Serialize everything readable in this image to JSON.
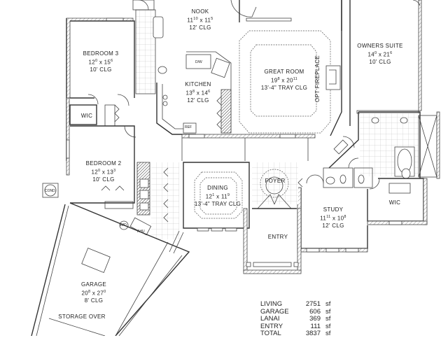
{
  "plan": {
    "rooms": [
      {
        "id": "nook",
        "name": "NOOK",
        "dim_w": "11",
        "dim_w_in": "10",
        "dim_l": "11",
        "dim_l_in": "5",
        "ceiling": "12' CLG"
      },
      {
        "id": "bedroom3",
        "name": "BEDROOM 3",
        "dim_w": "12",
        "dim_w_in": "0",
        "dim_l": "15",
        "dim_l_in": "6",
        "ceiling": "10' CLG"
      },
      {
        "id": "kitchen",
        "name": "KITCHEN",
        "dim_w": "13",
        "dim_w_in": "8",
        "dim_l": "14",
        "dim_l_in": "6",
        "ceiling": "12' CLG"
      },
      {
        "id": "great_room",
        "name": "GREAT ROOM",
        "dim_w": "19",
        "dim_w_in": "8",
        "dim_l": "20",
        "dim_l_in": "11",
        "ceiling": "13'-4\" TRAY CLG"
      },
      {
        "id": "owners_suite",
        "name": "OWNERS SUITE",
        "dim_w": "14",
        "dim_w_in": "0",
        "dim_l": "21",
        "dim_l_in": "6",
        "ceiling": "10' CLG"
      },
      {
        "id": "bedroom2",
        "name": "BEDROOM 2",
        "dim_w": "12",
        "dim_w_in": "0",
        "dim_l": "13",
        "dim_l_in": "3",
        "ceiling": "10' CLG"
      },
      {
        "id": "dining",
        "name": "DINING",
        "dim_w": "12",
        "dim_w_in": "1",
        "dim_l": "11",
        "dim_l_in": "9",
        "ceiling": "13'-4\" TRAY CLG"
      },
      {
        "id": "study",
        "name": "STUDY",
        "dim_w": "11",
        "dim_w_in": "11",
        "dim_l": "10",
        "dim_l_in": "8",
        "ceiling": "12' CLG"
      },
      {
        "id": "garage",
        "name": "GARAGE",
        "dim_w": "20",
        "dim_w_in": "8",
        "dim_l": "27",
        "dim_l_in": "0",
        "ceiling": "8' CLG"
      }
    ],
    "labels": {
      "foyer": "FOYER",
      "entry": "ENTRY",
      "wic_left": "WIC",
      "wic_right": "WIC",
      "fireplace": "OPT FIREPLACE",
      "storage": "STORAGE OVER",
      "dishwasher": "D/W",
      "refrigerator": "REF",
      "washer_dryer": "W/D",
      "air_handler": "AHU",
      "condenser": "COND."
    }
  },
  "area_table": {
    "rows": [
      {
        "name": "LIVING",
        "value": "2751",
        "unit": "sf"
      },
      {
        "name": "GARAGE",
        "value": "606",
        "unit": "sf"
      },
      {
        "name": "LANAI",
        "value": "369",
        "unit": "sf"
      },
      {
        "name": "ENTRY",
        "value": "111",
        "unit": "sf"
      },
      {
        "name": "TOTAL",
        "value": "3837",
        "unit": "sf"
      }
    ]
  }
}
